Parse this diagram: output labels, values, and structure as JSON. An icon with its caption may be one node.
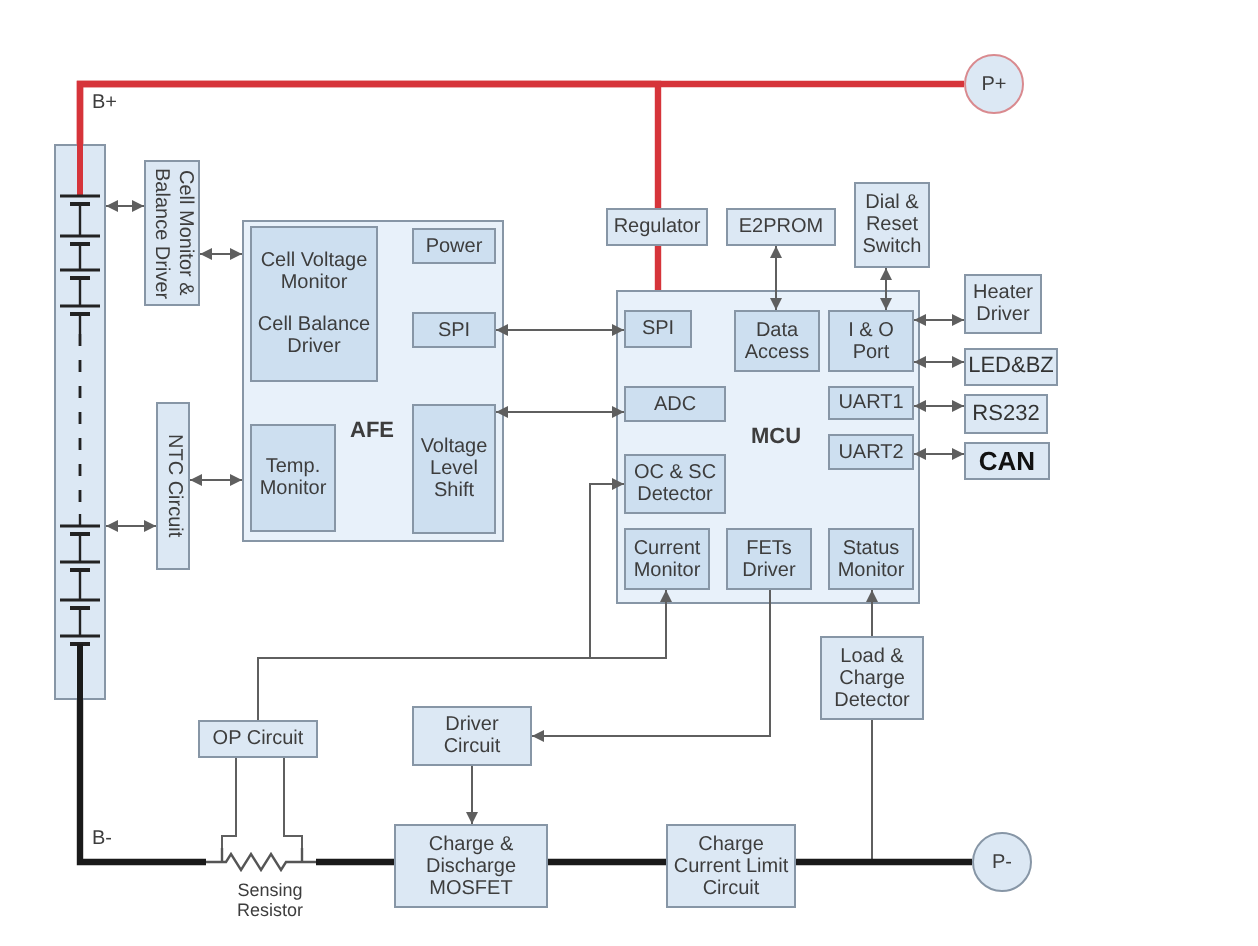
{
  "diagram": {
    "nodes": [
      {
        "text": [],
        "shape": "picture"
      },
      {
        "text": [
          "Cell Monitor & Balance Driver"
        ]
      },
      {
        "text": [
          "NTC Circuit"
        ]
      },
      {
        "text": [
          "AFE"
        ]
      },
      {
        "text": [
          "Cell Voltage Monitor",
          "Cell Balance Driver"
        ],
        "in": 3
      },
      {
        "text": [
          "Power"
        ],
        "in": 3
      },
      {
        "text": [
          "SPI"
        ],
        "in": 3
      },
      {
        "text": [
          "Temp. Monitor"
        ],
        "in": 3
      },
      {
        "text": [
          "Voltage Level Shift"
        ],
        "in": 3
      },
      {
        "text": [
          "MCU"
        ]
      },
      {
        "text": [
          "SPI"
        ],
        "in": 9
      },
      {
        "text": [
          "Data Access"
        ],
        "in": 9
      },
      {
        "text": [
          "I & O Port"
        ],
        "in": 9
      },
      {
        "text": [
          "ADC"
        ],
        "in": 9
      },
      {
        "text": [
          "UART1"
        ],
        "in": 9
      },
      {
        "text": [
          "UART2"
        ],
        "in": 9
      },
      {
        "text": [
          "OC & SC Detector"
        ],
        "in": 9
      },
      {
        "text": [
          "Current Monitor"
        ],
        "in": 9
      },
      {
        "text": [
          "FETs Driver"
        ],
        "in": 9
      },
      {
        "text": [
          "Status Monitor"
        ],
        "in": 9
      },
      {
        "text": [
          "Regulator"
        ]
      },
      {
        "text": [
          "E2PROM"
        ]
      },
      {
        "text": [
          "Dial & Reset Switch"
        ]
      },
      {
        "text": [
          "P+"
        ]
      },
      {
        "text": [
          "Heater Driver"
        ]
      },
      {
        "text": [
          "LED&BZ"
        ]
      },
      {
        "text": [
          "RS232"
        ]
      },
      {
        "text": [
          "CAN"
        ]
      },
      {
        "text": [
          "Load & Charge Detector"
        ]
      },
      {
        "text": [
          "OP Circuit"
        ]
      },
      {
        "text": [
          "Driver Circuit"
        ]
      },
      {
        "text": [
          "Charge & Discharge MOSFET"
        ]
      },
      {
        "text": [],
        "shape": "picture",
        "beside": [
          "Sensing Resistor"
        ]
      },
      {
        "text": [
          "Charge Current Limit Circuit"
        ]
      },
      {
        "text": [
          "P-"
        ]
      }
    ],
    "edges": [
      {
        "from": 0,
        "to": 23,
        "arrow": "none",
        "style": "thick",
        "color": "#d6343a"
      },
      {
        "from": 0,
        "to": 20,
        "arrow": "none",
        "style": "thick",
        "color": "#d6343a"
      },
      {
        "from": 20,
        "to": 9,
        "arrow": "none",
        "style": "thick",
        "color": "#d6343a"
      },
      {
        "from": 0,
        "to": 1,
        "arrow": "both"
      },
      {
        "from": 1,
        "to": 3,
        "arrow": "both"
      },
      {
        "from": 0,
        "to": 2,
        "arrow": "both"
      },
      {
        "from": 2,
        "to": 3,
        "arrow": "both"
      },
      {
        "from": 6,
        "to": 10,
        "arrow": "both"
      },
      {
        "from": 8,
        "to": 13,
        "arrow": "both"
      },
      {
        "from": 21,
        "to": 11,
        "arrow": "both"
      },
      {
        "from": 22,
        "to": 12,
        "arrow": "both"
      },
      {
        "from": 12,
        "to": 24,
        "arrow": "both"
      },
      {
        "from": 12,
        "to": 25,
        "arrow": "both"
      },
      {
        "from": 14,
        "to": 26,
        "arrow": "both"
      },
      {
        "from": 15,
        "to": 27,
        "arrow": "both"
      },
      {
        "from": 29,
        "to": 16,
        "arrow": "to"
      },
      {
        "from": 29,
        "to": 17,
        "arrow": "to"
      },
      {
        "from": 18,
        "to": 30,
        "arrow": "to"
      },
      {
        "from": 30,
        "to": 31,
        "arrow": "to"
      },
      {
        "from": 28,
        "to": 19,
        "arrow": "to"
      },
      {
        "from": 0,
        "to": 32,
        "arrow": "none",
        "style": "thick",
        "color": "#1a1a1a"
      },
      {
        "from": 32,
        "to": 29,
        "arrow": "none"
      },
      {
        "from": 32,
        "to": 29,
        "arrow": "none"
      },
      {
        "from": 32,
        "to": 31,
        "arrow": "none",
        "style": "thick",
        "color": "#1a1a1a"
      },
      {
        "from": 31,
        "to": 33,
        "arrow": "none",
        "style": "thick",
        "color": "#1a1a1a"
      },
      {
        "from": 33,
        "to": 34,
        "arrow": "none",
        "style": "thick",
        "color": "#1a1a1a"
      },
      {
        "from": 28,
        "to": 34,
        "arrow": "none"
      }
    ],
    "labels": [
      "B+",
      "B-"
    ]
  }
}
